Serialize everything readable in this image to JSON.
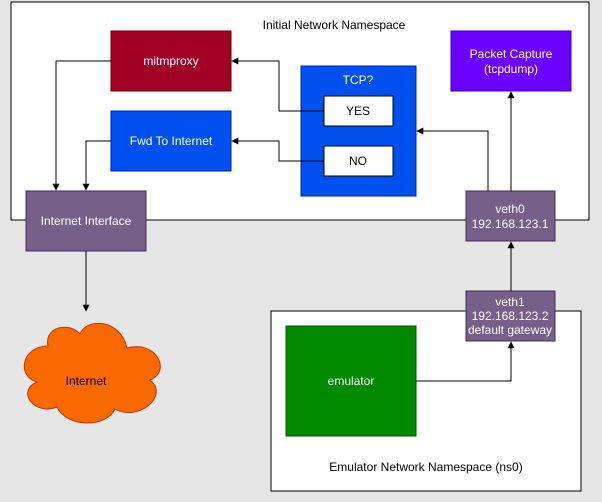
{
  "namespaces": {
    "initial": "Initial Network Namespace",
    "emulator": "Emulator Network Namespace (ns0)"
  },
  "nodes": {
    "mitmproxy": {
      "label": "mitmproxy",
      "color": "#a20025",
      "text_color": "#ffffff"
    },
    "fwd": {
      "label": "Fwd To Internet",
      "color": "#0050ef",
      "text_color": "#ffffff"
    },
    "tcp": {
      "title": "TCP?",
      "color": "#0050ef",
      "text_color": "#ffffff"
    },
    "yes": {
      "label": "YES"
    },
    "no": {
      "label": "NO"
    },
    "capture": {
      "line1": "Packet Capture",
      "line2": "(tcpdump)",
      "color": "#6a00ff",
      "text_color": "#ffffff"
    },
    "internet_if": {
      "label": "Internet Interface",
      "color": "#76608a",
      "text_color": "#ffffff"
    },
    "veth0": {
      "line1": "veth0",
      "line2": "192.168.123.1",
      "color": "#76608a",
      "text_color": "#ffffff"
    },
    "veth1": {
      "line1": "veth1",
      "line2": "192.168.123.2",
      "line3": "default gateway",
      "color": "#76608a",
      "text_color": "#ffffff"
    },
    "internet": {
      "label": "Internet",
      "color": "#fa6800",
      "text_color": "#000000"
    },
    "emulator": {
      "label": "emulator",
      "color": "#008a00",
      "text_color": "#ffffff"
    }
  },
  "colors": {
    "background": "#e6e6e6",
    "container": "#ffffff",
    "stroke": "#000000"
  }
}
